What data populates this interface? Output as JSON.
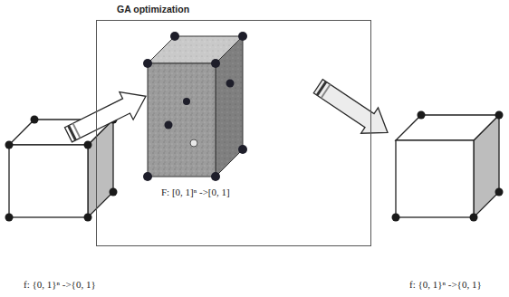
{
  "diagram": {
    "nodes": [
      {
        "text": [
          "f: {0, 1}ⁿ ->{0, 1}"
        ]
      },
      {
        "text": [
          "GA optimization"
        ]
      },
      {
        "text": [
          "F: [0, 1]ⁿ ->[0, 1]"
        ],
        "in": 1
      },
      {
        "text": [
          "f: {0, 1}ⁿ ->{0, 1}"
        ]
      }
    ],
    "edges": [
      {
        "from": 0,
        "to": 2,
        "arrow": "to"
      },
      {
        "from": 2,
        "to": 3,
        "arrow": "to"
      }
    ]
  }
}
